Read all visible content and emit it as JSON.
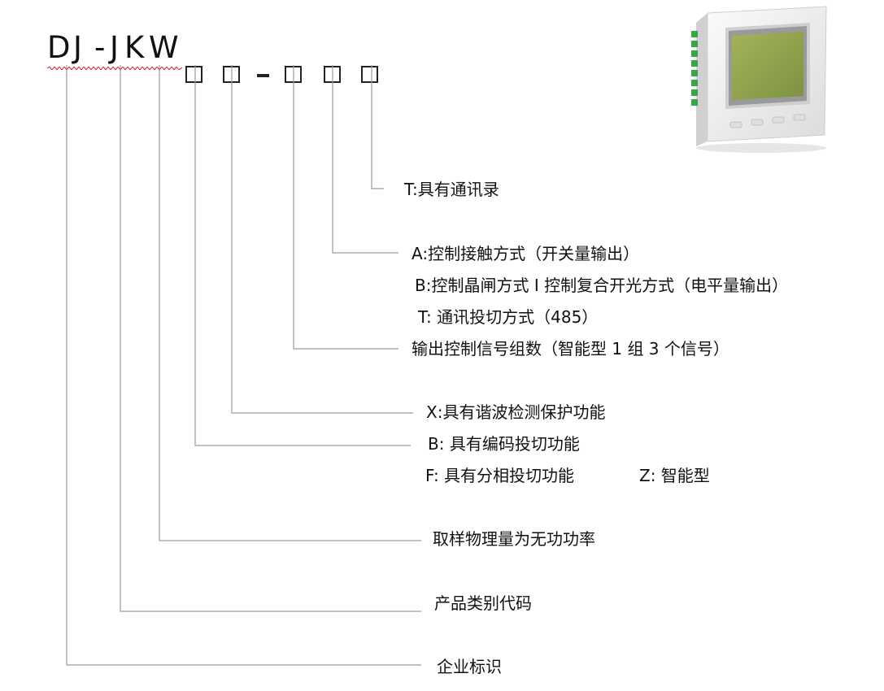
{
  "model_code": {
    "chars": [
      "D",
      "J",
      "-",
      "J",
      "K",
      "W"
    ],
    "placeholder_count": 5
  },
  "labels": {
    "comm": "T:具有通讯录",
    "control_a": "A:控制接触方式（开关量输出）",
    "control_b": "B:控制晶闸方式 I 控制复合开光方式（电平量输出）",
    "control_t": "T:  通讯投切方式（485）",
    "output_groups": "输出控制信号组数（智能型 1 组 3 个信号）",
    "harmonic": "X:具有谐波检测保护功能",
    "encoding": "B:  具有编码投切功能",
    "phase": "F:  具有分相投切功能",
    "smart": "Z:  智能型",
    "sampling": "取样物理量为无功功率",
    "category": "产品类别代码",
    "company": "企业标识"
  },
  "colors": {
    "line": "#9a9a9a",
    "device_body": "#f1f1f1",
    "screen": "#8ea04a",
    "terminal": "#3aa648"
  }
}
